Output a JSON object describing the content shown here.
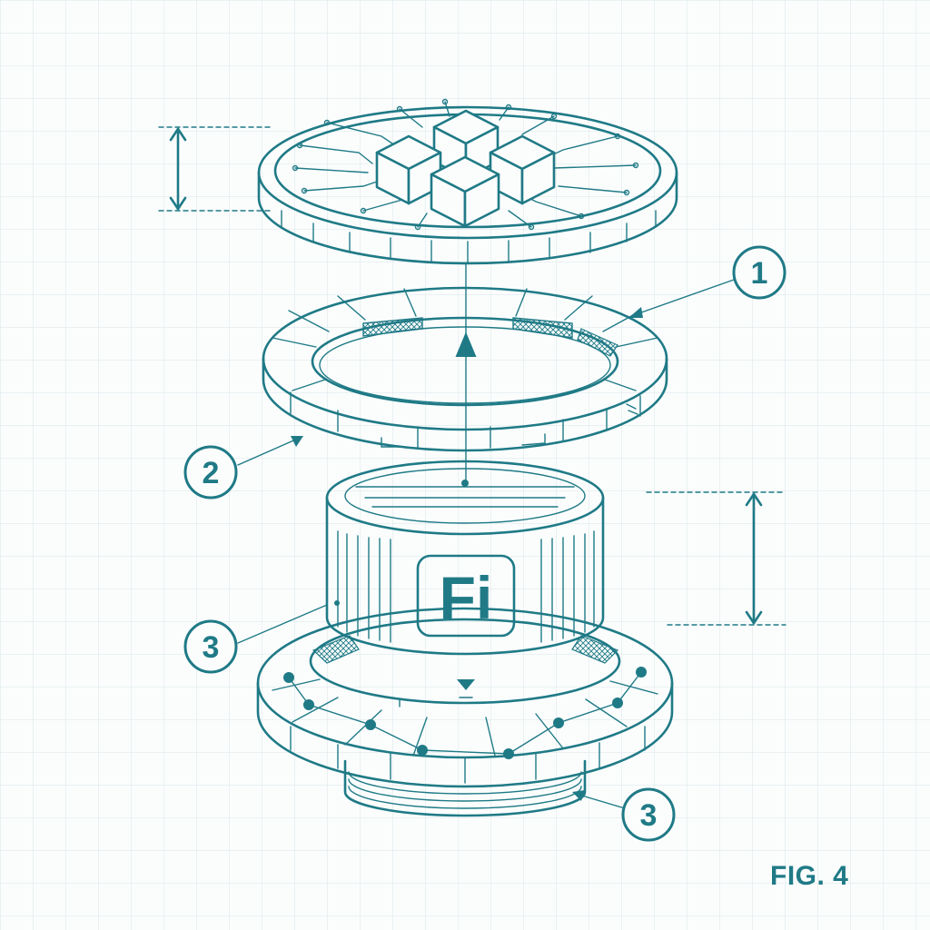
{
  "colors": {
    "ink": "#1f7a86",
    "grid": "#dfe9ea",
    "paper": "#fbfdfd"
  },
  "figure": {
    "label": "FIG. 4"
  },
  "callouts": [
    {
      "number": "1",
      "target": "upper-ring"
    },
    {
      "number": "2",
      "target": "upper-ring-edge"
    },
    {
      "number": "3",
      "target": "center-cylinder"
    },
    {
      "number": "3",
      "target": "base-thread"
    }
  ],
  "cylinder": {
    "logo_text": "Fi"
  },
  "icons": [
    "cube-cluster-icon",
    "circuit-traces",
    "dimension-arrow",
    "axis-arrow"
  ]
}
